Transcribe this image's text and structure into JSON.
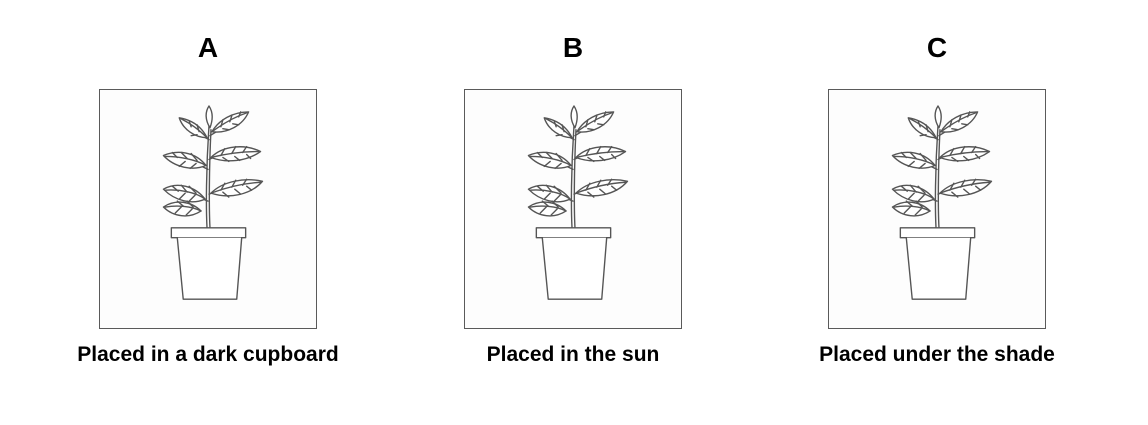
{
  "panels": [
    {
      "letter": "A",
      "caption": "Placed in a dark cupboard"
    },
    {
      "letter": "B",
      "caption": "Placed in the sun"
    },
    {
      "letter": "C",
      "caption": "Placed under the shade"
    }
  ],
  "colors": {
    "line": "#5a5a5a",
    "text": "#000000"
  },
  "icons": [
    "potted-plant-icon"
  ]
}
